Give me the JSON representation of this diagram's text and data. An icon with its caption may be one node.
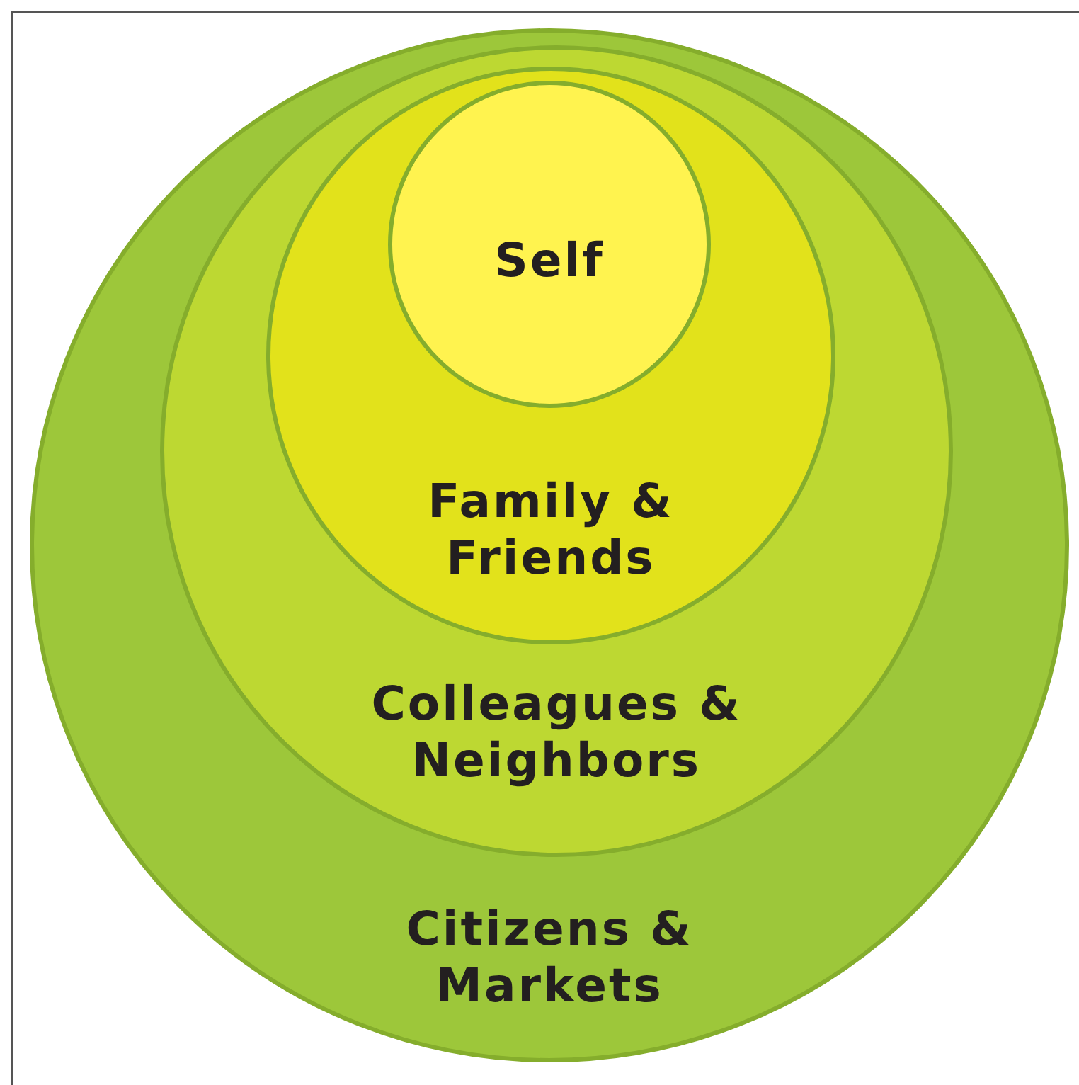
{
  "diagram": {
    "nodes": [
      {
        "text": [
          "Citizens & Markets"
        ]
      },
      {
        "text": [
          "Colleagues & Neighbors"
        ],
        "in": 0
      },
      {
        "text": [
          "Family & Friends"
        ],
        "in": 1
      },
      {
        "text": [
          "Self"
        ],
        "in": 2
      }
    ]
  }
}
